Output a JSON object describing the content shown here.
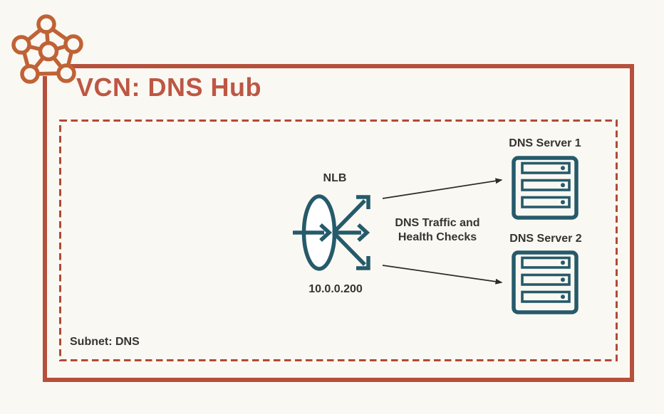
{
  "diagram": {
    "vcn": {
      "title": "VCN: DNS Hub",
      "icon": "vcn-pentagon-network-icon"
    },
    "subnet": {
      "label": "Subnet: DNS"
    },
    "nlb": {
      "label": "NLB",
      "ip": "10.0.0.200",
      "icon": "load-balancer-icon"
    },
    "servers": [
      {
        "label": "DNS Server 1",
        "icon": "server-rack-icon"
      },
      {
        "label": "DNS Server 2",
        "icon": "server-rack-icon"
      }
    ],
    "flow_caption": {
      "line1": "DNS Traffic and",
      "line2": "Health Checks"
    },
    "colors": {
      "background": "#FAF8F2",
      "vcn_border": "#B5503C",
      "subnet_border": "#B04A36",
      "vcn_icon": "#C06236",
      "node_teal": "#265A6B",
      "arrow": "#2B2B28",
      "label_text": "#363431",
      "title_text": "#BD5744"
    }
  }
}
